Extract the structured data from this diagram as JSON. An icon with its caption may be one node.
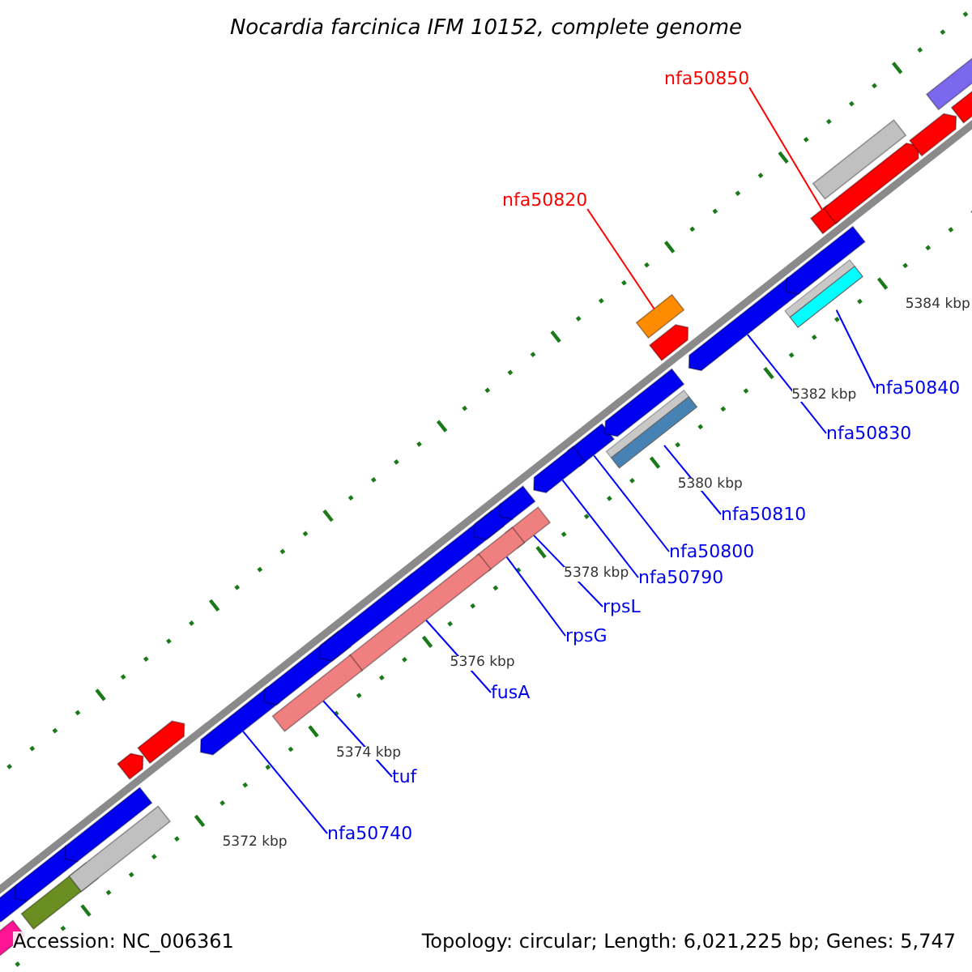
{
  "diagram": {
    "title": "Nocardia farcinica IFM 10152, complete genome",
    "nodes": [
      {
        "text": [
          "nfa50850"
        ]
      },
      {
        "text": [
          "nfa50820"
        ]
      },
      {
        "text": [
          "nfa50840"
        ]
      },
      {
        "text": [
          "nfa50830"
        ]
      },
      {
        "text": [
          "nfa50810"
        ]
      },
      {
        "text": [
          "nfa50800"
        ]
      },
      {
        "text": [
          "nfa50790"
        ]
      },
      {
        "text": [
          "rpsL"
        ]
      },
      {
        "text": [
          "rpsG"
        ]
      },
      {
        "text": [
          "fusA"
        ]
      },
      {
        "text": [
          "tuf"
        ]
      },
      {
        "text": [
          "nfa50740"
        ]
      },
      {
        "text": [],
        "shape": "bar"
      },
      {
        "text": [],
        "shape": "bar"
      },
      {
        "text": [],
        "shape": "bar"
      },
      {
        "text": [],
        "shape": "bar"
      },
      {
        "text": [],
        "shape": "bar"
      },
      {
        "text": [],
        "shape": "bar"
      },
      {
        "text": [],
        "shape": "bar"
      },
      {
        "text": [],
        "shape": "bar"
      },
      {
        "text": [],
        "shape": "bar"
      },
      {
        "text": [],
        "shape": "bar"
      },
      {
        "text": [],
        "shape": "bar"
      },
      {
        "text": [],
        "shape": "bar"
      },
      {
        "text": [],
        "shape": "bar"
      },
      {
        "text": [],
        "shape": "bar"
      },
      {
        "text": [],
        "shape": "bar"
      },
      {
        "text": [],
        "shape": "bar"
      },
      {
        "text": [],
        "shape": "bar"
      },
      {
        "text": [],
        "shape": "bar"
      },
      {
        "text": [],
        "shape": "bar"
      },
      {
        "text": [],
        "shape": "bar"
      },
      {
        "text": [],
        "shape": "bar"
      },
      {
        "text": [],
        "shape": "bar"
      },
      {
        "text": [],
        "shape": "bar"
      },
      {
        "text": [],
        "shape": "bar"
      },
      {
        "text": [],
        "shape": "bar"
      },
      {
        "text": [],
        "shape": "bar"
      },
      {
        "text": [],
        "shape": "bar"
      },
      {
        "text": [],
        "shape": "bar"
      },
      {
        "text": [],
        "shape": "bar"
      },
      {
        "text": [],
        "shape": "bar"
      },
      {
        "text": [],
        "shape": "bar"
      },
      {
        "text": [],
        "shape": "bar"
      }
    ],
    "edges": [
      {
        "from": 0,
        "to": 12,
        "arrow": "none",
        "color": "#ff0000"
      },
      {
        "from": 1,
        "to": 13,
        "arrow": "none",
        "color": "#ff0000"
      },
      {
        "from": 2,
        "to": 14,
        "arrow": "none"
      },
      {
        "from": 3,
        "to": 15,
        "arrow": "none"
      },
      {
        "from": 4,
        "to": 16,
        "arrow": "none"
      },
      {
        "from": 5,
        "to": 17,
        "arrow": "none"
      },
      {
        "from": 6,
        "to": 18,
        "arrow": "none"
      },
      {
        "from": 7,
        "to": 19,
        "arrow": "none"
      },
      {
        "from": 8,
        "to": 20,
        "arrow": "none"
      },
      {
        "from": 9,
        "to": 21,
        "arrow": "none"
      },
      {
        "from": 10,
        "to": 22,
        "arrow": "none"
      },
      {
        "from": 11,
        "to": 23,
        "arrow": "none"
      }
    ],
    "labels": [
      "5384 kbp",
      "5382 kbp",
      "5380 kbp",
      "5378 kbp",
      "5376 kbp",
      "5374 kbp",
      "5372 kbp",
      "Accession: NC_006361",
      "Topology: circular; Length: 6,021,225 bp; Genes: 5,747"
    ]
  }
}
